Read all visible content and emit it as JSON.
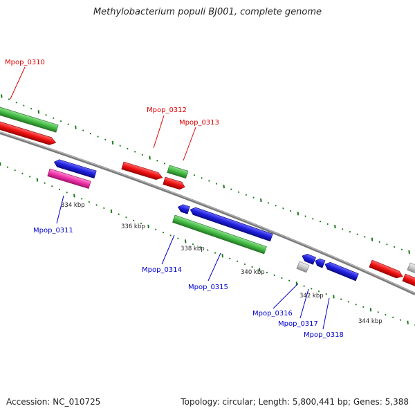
{
  "title": "Methylobacterium populi BJ001, complete genome",
  "footer": {
    "accession": "Accession: NC_010725",
    "summary": "Topology: circular; Length: 5,800,441 bp; Genes: 5,388"
  },
  "colors": {
    "forward_cds": "#ee1111",
    "reverse_cds": "#1f1fdd",
    "rna": "#44bb44",
    "pseudo": "#ee33aa",
    "other": "#c8c8c8",
    "forward_label": "#dd0000",
    "reverse_label": "#0000cc",
    "backbone": "#8a8a8a",
    "ticks": "#1a7a1a"
  },
  "scale": {
    "ticks": [
      {
        "label": "334 kbp"
      },
      {
        "label": "336 kbp"
      },
      {
        "label": "338 kbp"
      },
      {
        "label": "340 kbp"
      },
      {
        "label": "342 kbp"
      },
      {
        "label": "344 kbp"
      }
    ]
  },
  "genes": [
    {
      "id": "Mpop_0310",
      "strand": "forward",
      "label": "Mpop_0310"
    },
    {
      "id": "Mpop_0311",
      "strand": "reverse",
      "label": "Mpop_0311"
    },
    {
      "id": "Mpop_0312",
      "strand": "forward",
      "label": "Mpop_0312"
    },
    {
      "id": "Mpop_0313",
      "strand": "forward",
      "label": "Mpop_0313"
    },
    {
      "id": "Mpop_0314",
      "strand": "reverse",
      "label": "Mpop_0314"
    },
    {
      "id": "Mpop_0315",
      "strand": "reverse",
      "label": "Mpop_0315"
    },
    {
      "id": "Mpop_0316",
      "strand": "reverse",
      "label": "Mpop_0316"
    },
    {
      "id": "Mpop_0317",
      "strand": "reverse",
      "label": "Mpop_0317"
    },
    {
      "id": "Mpop_0318",
      "strand": "reverse",
      "label": "Mpop_0318"
    }
  ]
}
